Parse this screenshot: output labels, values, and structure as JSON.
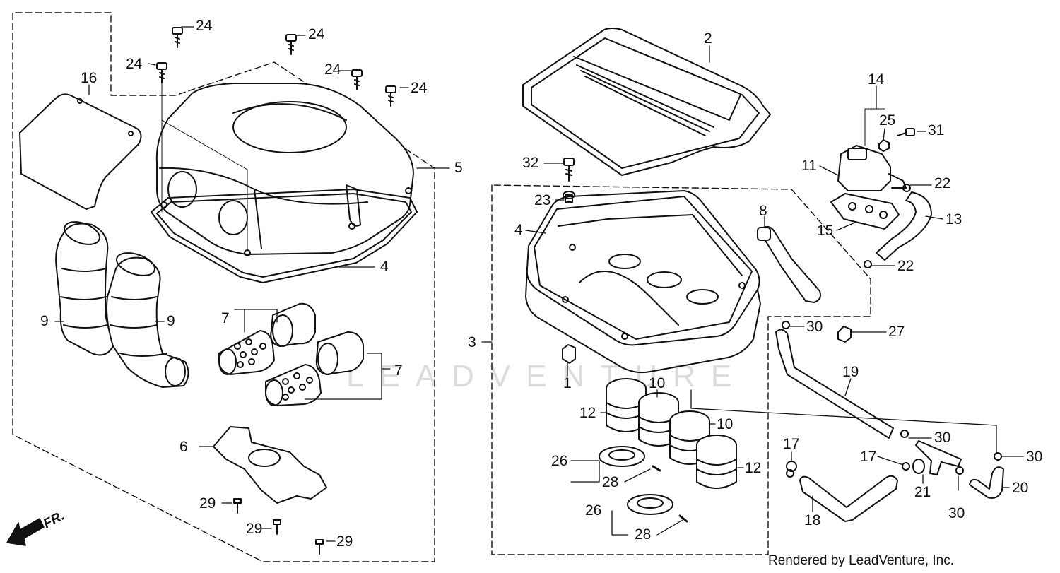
{
  "diagram": {
    "watermark_text": "LEADVENTURE",
    "credit_text": "Rendered by LeadVenture, Inc.",
    "front_indicator": "FR.",
    "callouts": [
      {
        "id": "c-24a",
        "text": "24"
      },
      {
        "id": "c-24b",
        "text": "24"
      },
      {
        "id": "c-24c",
        "text": "24"
      },
      {
        "id": "c-24d",
        "text": "24"
      },
      {
        "id": "c-24e",
        "text": "24"
      },
      {
        "id": "c-16",
        "text": "16"
      },
      {
        "id": "c-5",
        "text": "5"
      },
      {
        "id": "c-4a",
        "text": "4"
      },
      {
        "id": "c-9a",
        "text": "9"
      },
      {
        "id": "c-9b",
        "text": "9"
      },
      {
        "id": "c-7a",
        "text": "7"
      },
      {
        "id": "c-7b",
        "text": "7"
      },
      {
        "id": "c-6",
        "text": "6"
      },
      {
        "id": "c-29a",
        "text": "29"
      },
      {
        "id": "c-29b",
        "text": "29"
      },
      {
        "id": "c-29c",
        "text": "29"
      },
      {
        "id": "c-2",
        "text": "2"
      },
      {
        "id": "c-32",
        "text": "32"
      },
      {
        "id": "c-23",
        "text": "23"
      },
      {
        "id": "c-4b",
        "text": "4"
      },
      {
        "id": "c-3",
        "text": "3"
      },
      {
        "id": "c-1",
        "text": "1"
      },
      {
        "id": "c-8",
        "text": "8"
      },
      {
        "id": "c-10a",
        "text": "10"
      },
      {
        "id": "c-10b",
        "text": "10"
      },
      {
        "id": "c-12a",
        "text": "12"
      },
      {
        "id": "c-12b",
        "text": "12"
      },
      {
        "id": "c-26a",
        "text": "26"
      },
      {
        "id": "c-26b",
        "text": "26"
      },
      {
        "id": "c-28a",
        "text": "28"
      },
      {
        "id": "c-28b",
        "text": "28"
      },
      {
        "id": "c-14",
        "text": "14"
      },
      {
        "id": "c-25",
        "text": "25"
      },
      {
        "id": "c-31",
        "text": "31"
      },
      {
        "id": "c-11",
        "text": "11"
      },
      {
        "id": "c-22a",
        "text": "22"
      },
      {
        "id": "c-13",
        "text": "13"
      },
      {
        "id": "c-15",
        "text": "15"
      },
      {
        "id": "c-22b",
        "text": "22"
      },
      {
        "id": "c-30a",
        "text": "30"
      },
      {
        "id": "c-27",
        "text": "27"
      },
      {
        "id": "c-19",
        "text": "19"
      },
      {
        "id": "c-30b",
        "text": "30"
      },
      {
        "id": "c-30c",
        "text": "30"
      },
      {
        "id": "c-17a",
        "text": "17"
      },
      {
        "id": "c-17b",
        "text": "17"
      },
      {
        "id": "c-21",
        "text": "21"
      },
      {
        "id": "c-30d",
        "text": "30"
      },
      {
        "id": "c-20",
        "text": "20"
      },
      {
        "id": "c-18",
        "text": "18"
      }
    ]
  }
}
